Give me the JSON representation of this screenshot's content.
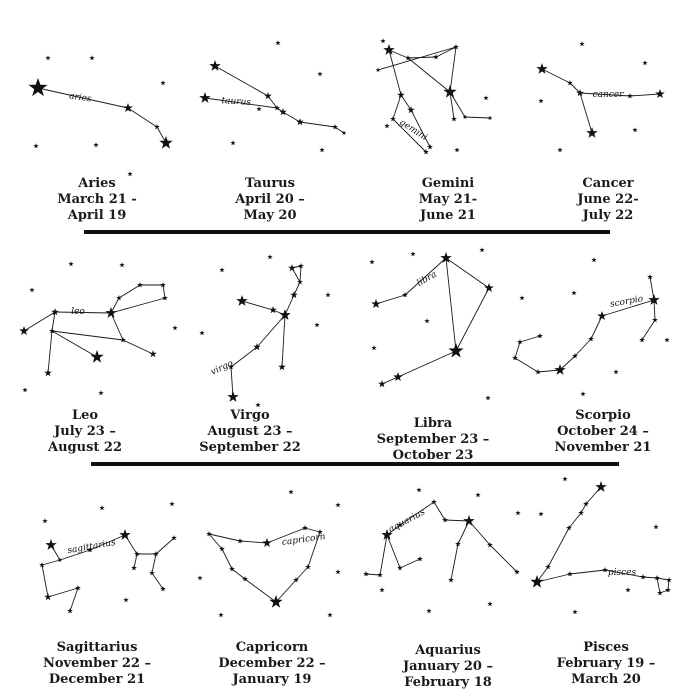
{
  "ink_color": "#111111",
  "background_color": "#ffffff",
  "signs": [
    {
      "key": "aries",
      "name": "Aries",
      "line1": "March 21 -",
      "line2": "April 19",
      "label": "aries"
    },
    {
      "key": "taurus",
      "name": "Taurus",
      "line1": "April 20 –",
      "line2": "May 20",
      "label": "taurus"
    },
    {
      "key": "gemini",
      "name": "Gemini",
      "line1": "May 21-",
      "line2": "June 21",
      "label": "gemini"
    },
    {
      "key": "cancer",
      "name": "Cancer",
      "line1": "June 22-",
      "line2": "July 22",
      "label": "cancer"
    },
    {
      "key": "leo",
      "name": "Leo",
      "line1": "July 23 –",
      "line2": "August 22",
      "label": "leo"
    },
    {
      "key": "virgo",
      "name": "Virgo",
      "line1": "August 23 –",
      "line2": "September 22",
      "label": "virgo"
    },
    {
      "key": "libra",
      "name": "Libra",
      "line1": "September 23 –",
      "line2": "October 23",
      "label": "libra"
    },
    {
      "key": "scorpio",
      "name": "Scorpio",
      "line1": "October 24 –",
      "line2": "November 21",
      "label": "scorpio"
    },
    {
      "key": "sagittarius",
      "name": "Sagittarius",
      "line1": "November 22 –",
      "line2": "December 21",
      "label": "sagittarius"
    },
    {
      "key": "capricorn",
      "name": "Capricorn",
      "line1": "December 22 –",
      "line2": "January 19",
      "label": "capricorn"
    },
    {
      "key": "aquarius",
      "name": "Aquarius",
      "line1": "January 20 –",
      "line2": "February 18",
      "label": "aquarius"
    },
    {
      "key": "pisces",
      "name": "Pisces",
      "line1": "February 19 –",
      "line2": "March 20",
      "label": "pisces"
    }
  ]
}
